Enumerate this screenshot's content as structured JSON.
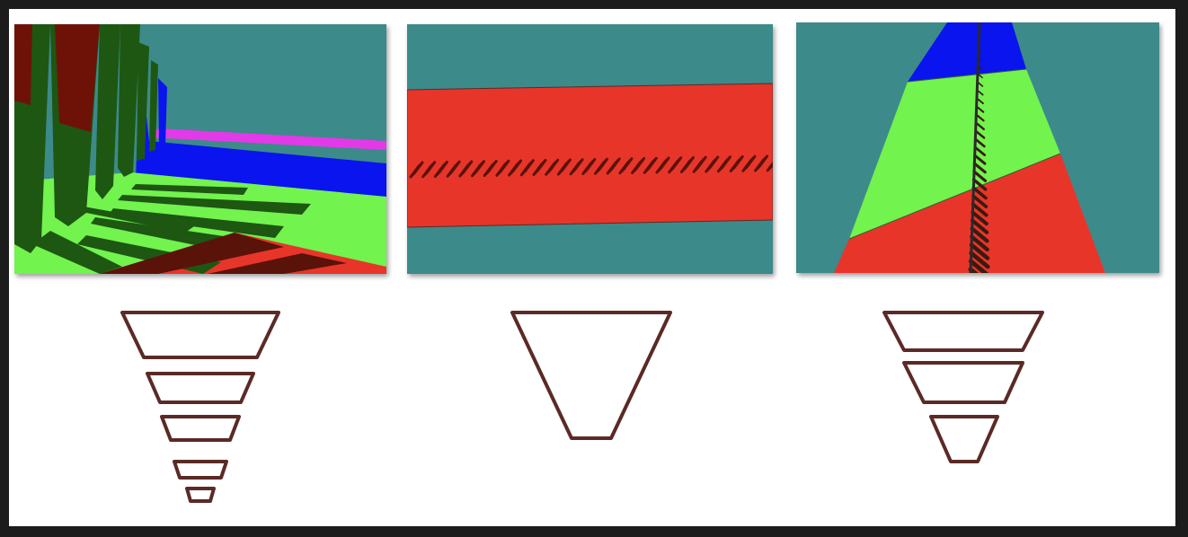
{
  "colors": {
    "background": "#3d8a8a",
    "red_region": "#e8352a",
    "green_region": "#72f34e",
    "blue_region": "#0a14ee",
    "magenta_region": "#e23ae8",
    "tree_dark": "#1d5712",
    "tree_red": "#6e1208",
    "shadow_on_red": "#5a1309",
    "outline": "#5b2a26"
  },
  "panels": [
    {
      "view": "ground-level-forest-view",
      "frustum_levels": 5
    },
    {
      "view": "top-down-view",
      "frustum_levels": 1
    },
    {
      "view": "perspective-view",
      "frustum_levels": 3
    }
  ]
}
